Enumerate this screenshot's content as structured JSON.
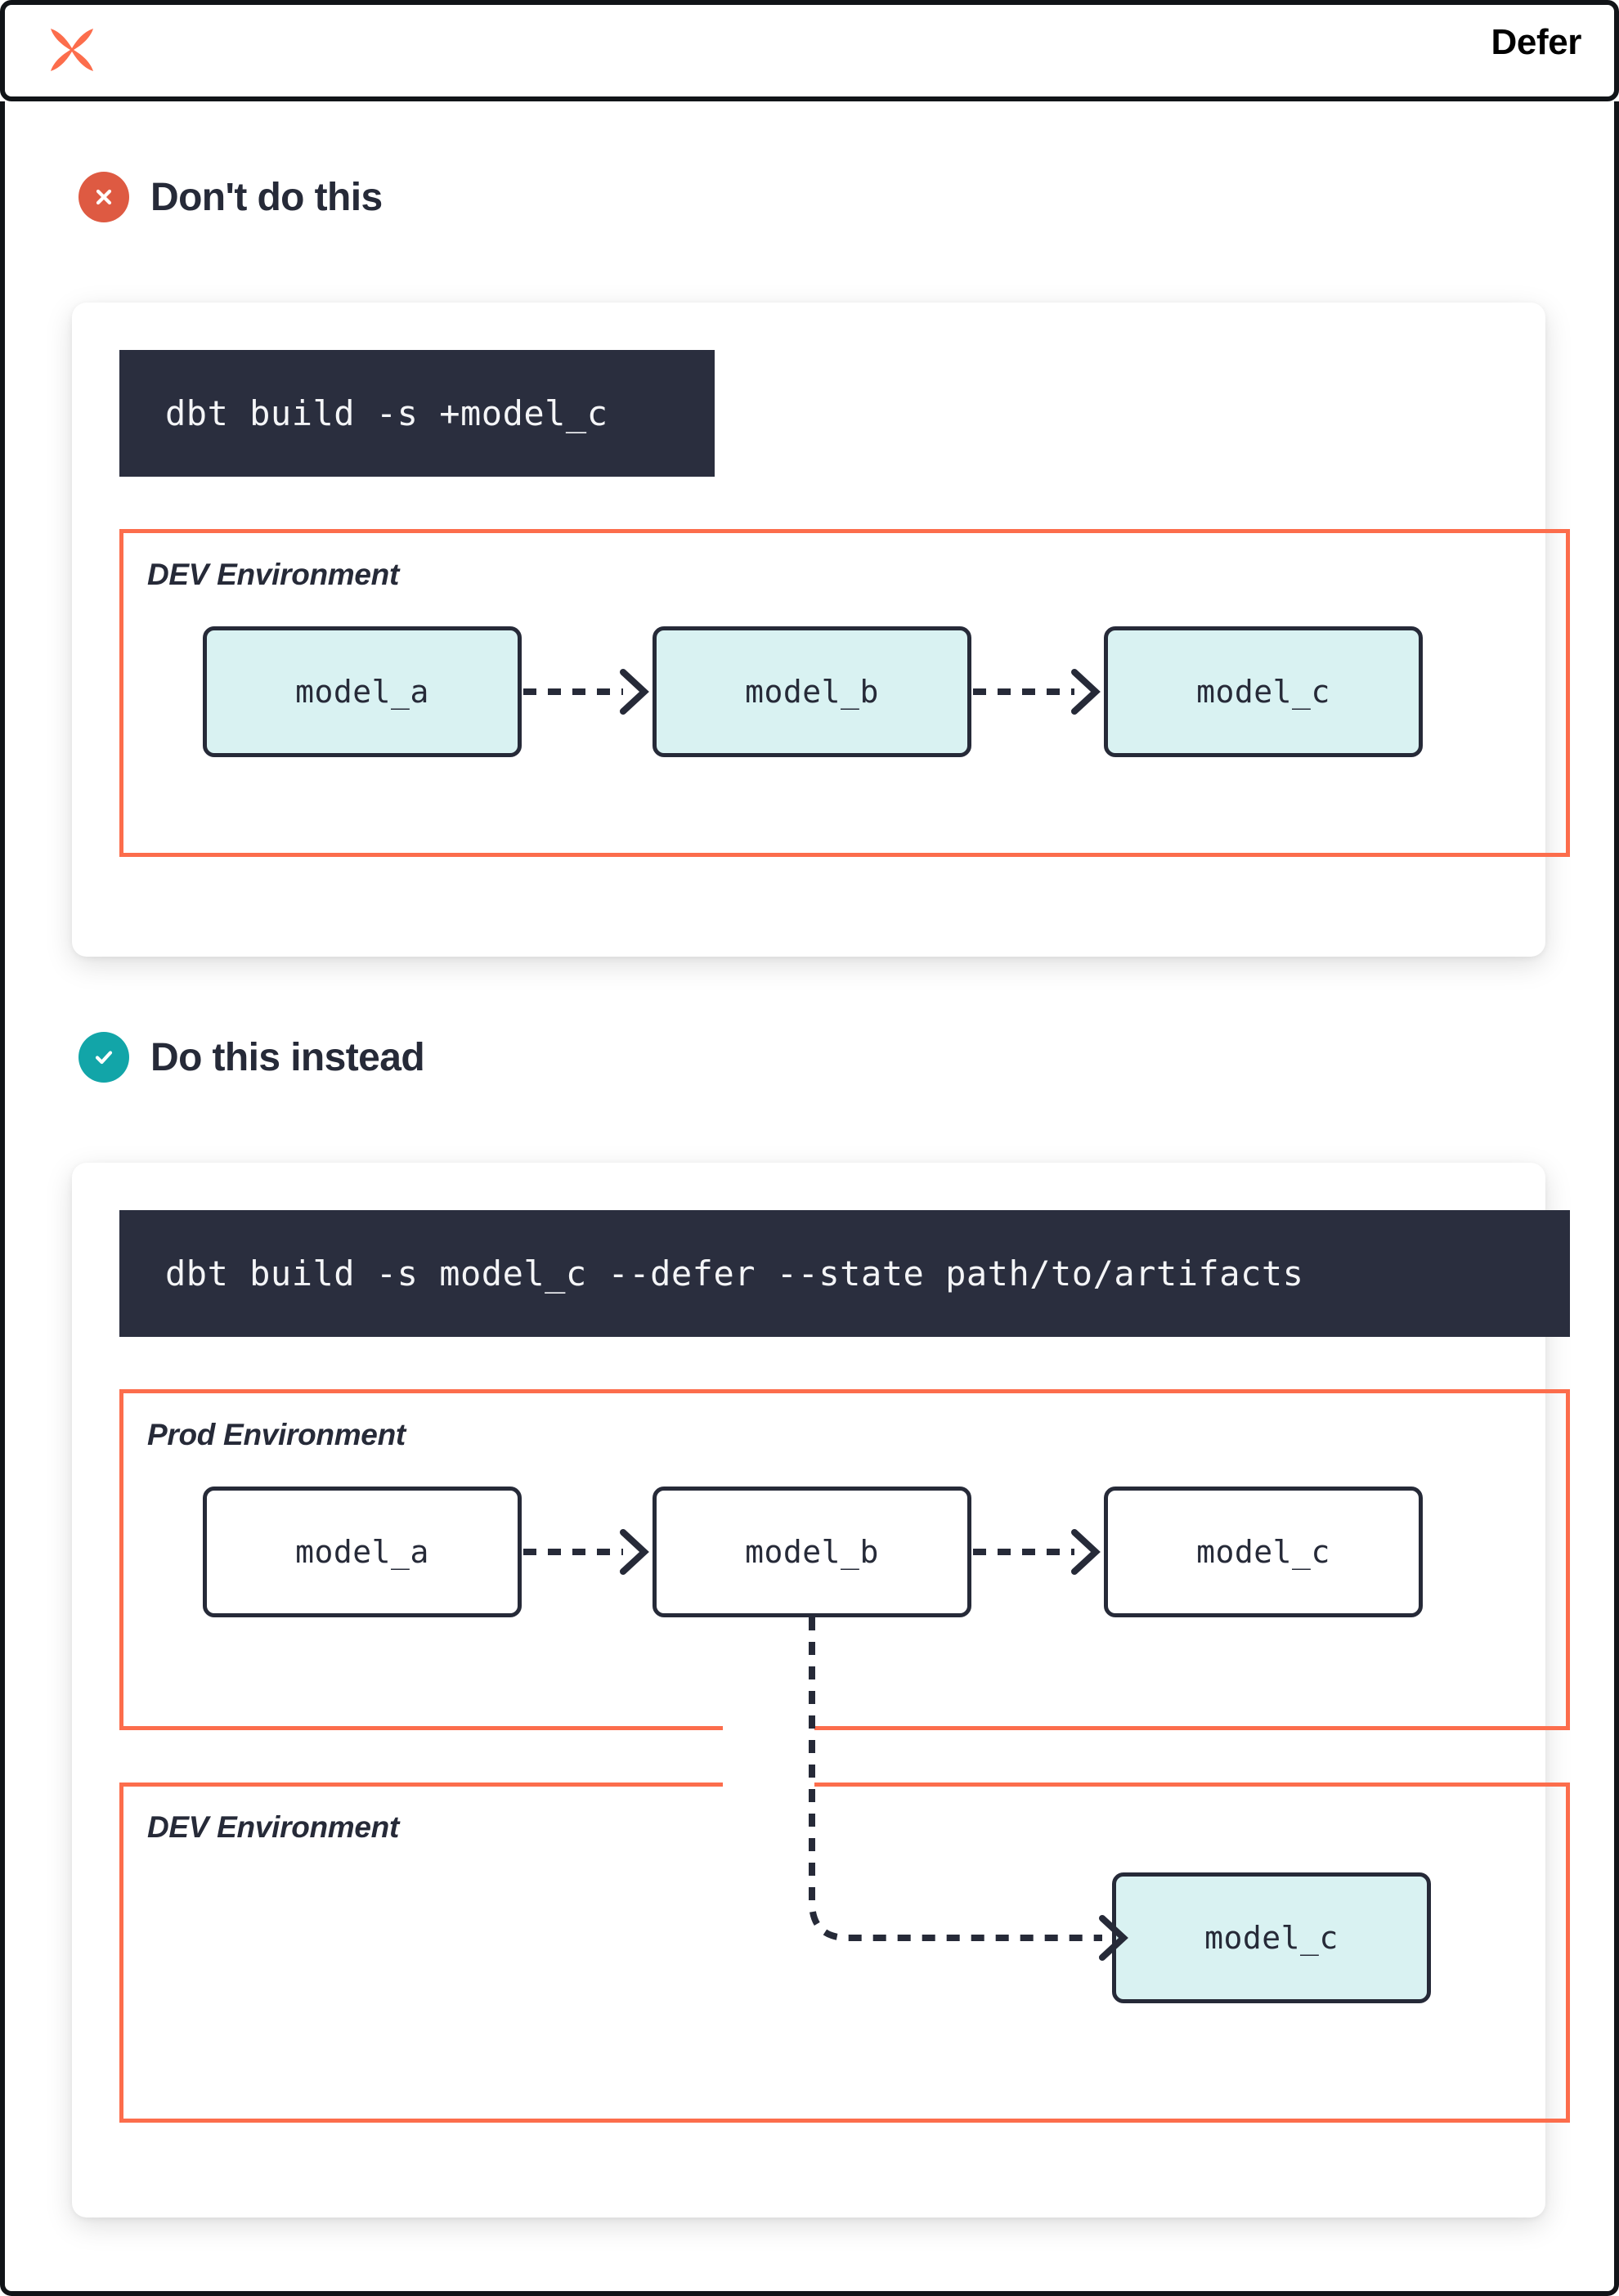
{
  "header": {
    "logo_name": "dbt-logo",
    "title": "Defer",
    "logo_color": "#FC6D4C"
  },
  "colors": {
    "accent_orange": "#FC6D4C",
    "bad_badge": "#DE5A42",
    "good_badge": "#12A5A8",
    "node_fill_dev": "#D9F2F2",
    "node_fill_prod": "#FFFFFF",
    "ink": "#262A38",
    "code_bg": "#2A2E3E"
  },
  "sections": [
    {
      "id": "dont",
      "badge_icon": "x-icon",
      "title": "Don't do this",
      "command": "dbt build -s +model_c",
      "environments": [
        {
          "label": "DEV Environment",
          "nodes": [
            {
              "label": "model_a",
              "fill": "dev"
            },
            {
              "label": "model_b",
              "fill": "dev"
            },
            {
              "label": "model_c",
              "fill": "dev"
            }
          ]
        }
      ]
    },
    {
      "id": "do",
      "badge_icon": "check-icon",
      "title": "Do this instead",
      "command": "dbt build -s model_c --defer --state path/to/artifacts",
      "environments": [
        {
          "label": "Prod Environment",
          "nodes": [
            {
              "label": "model_a",
              "fill": "prod"
            },
            {
              "label": "model_b",
              "fill": "prod"
            },
            {
              "label": "model_c",
              "fill": "prod"
            }
          ]
        },
        {
          "label": "DEV Environment",
          "nodes": [
            {
              "label": "model_c",
              "fill": "dev"
            }
          ]
        }
      ]
    }
  ]
}
